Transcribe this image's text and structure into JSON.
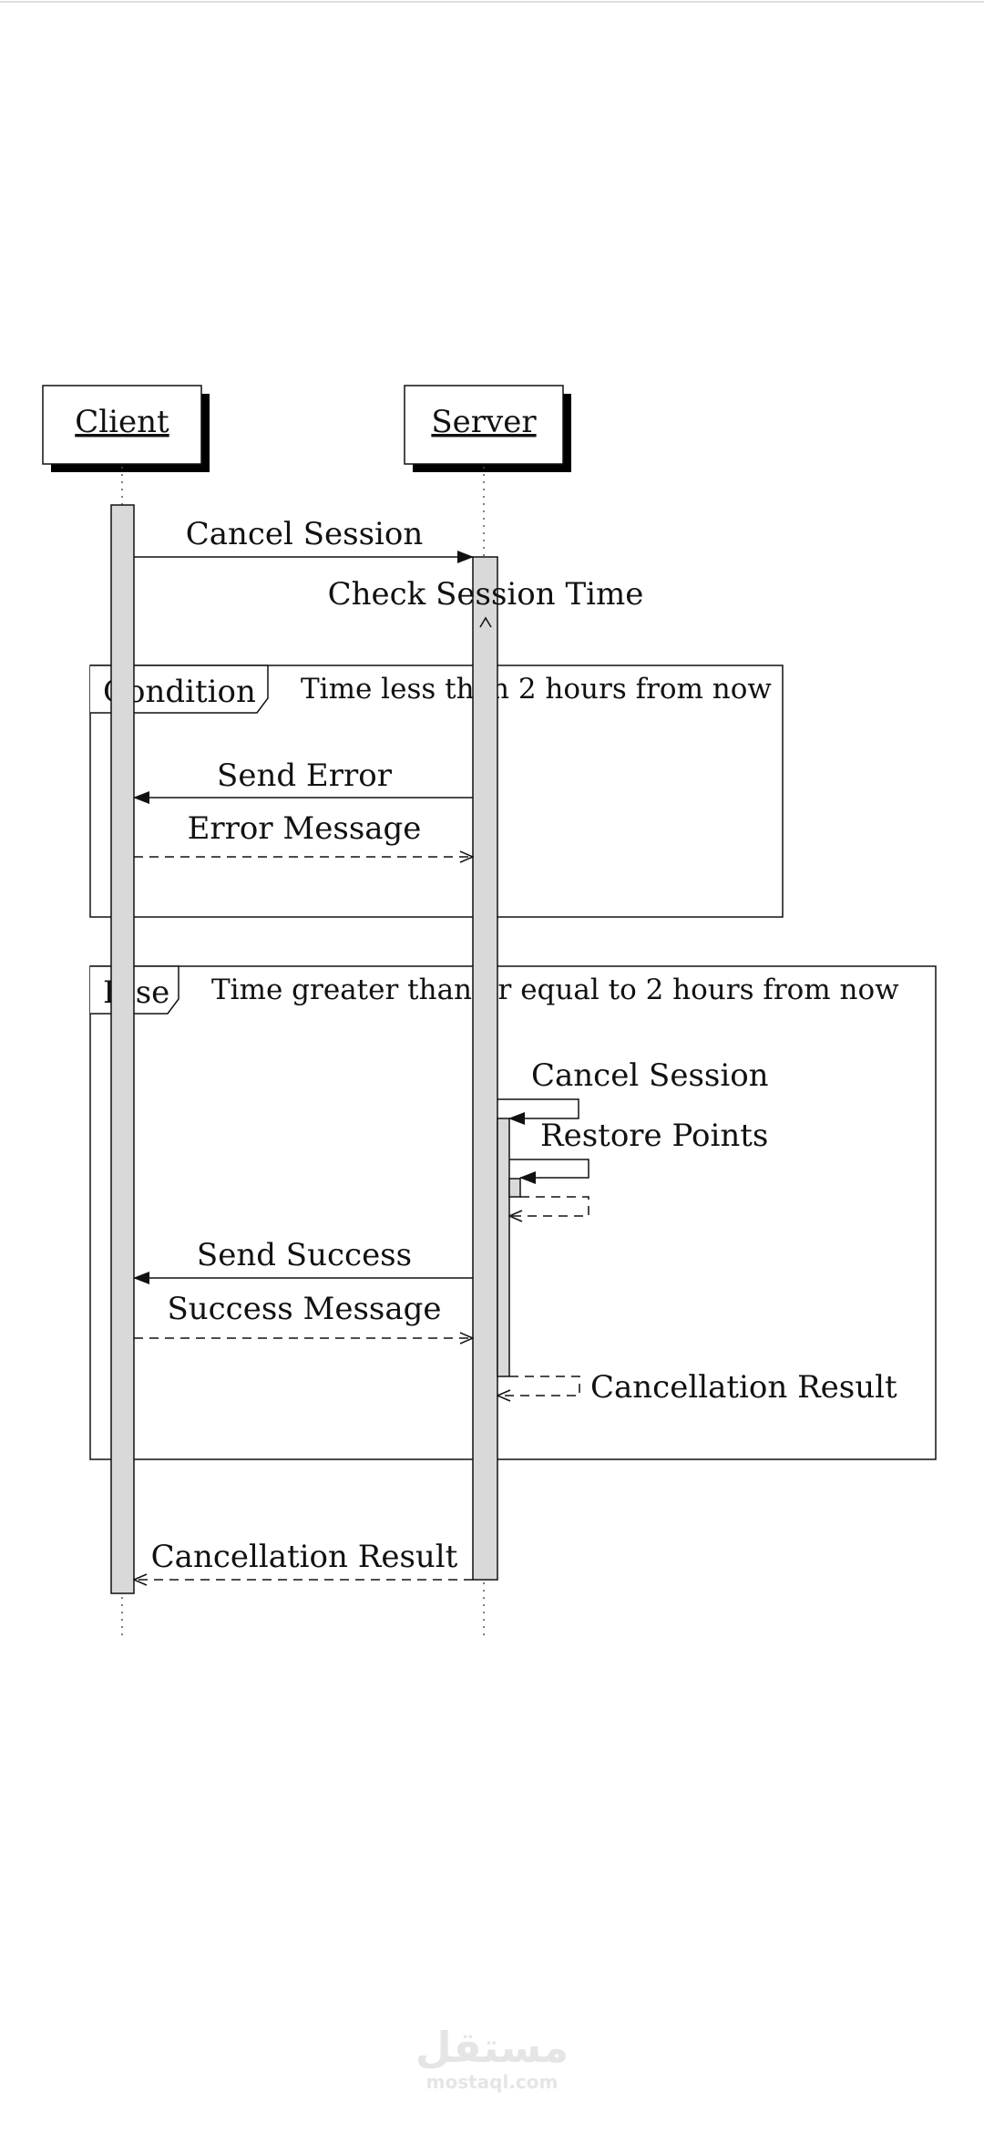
{
  "participants": {
    "client": "Client",
    "server": "Server"
  },
  "messages": {
    "cancel_session": "Cancel Session",
    "check_session_time": "Check Session Time",
    "send_error": "Send Error",
    "error_message": "Error Message",
    "self_cancel_session": "Cancel Session",
    "restore_points": "Restore Points",
    "send_success": "Send Success",
    "success_message": "Success Message",
    "cancellation_result_inner": "Cancellation Result",
    "cancellation_result_final": "Cancellation Result"
  },
  "fragments": {
    "condition": {
      "tag": "Condition",
      "guard": "Time less than 2 hours from now"
    },
    "else": {
      "tag": "Else",
      "guard": "Time greater than or equal to 2 hours from now"
    }
  },
  "watermark": {
    "logo": "مستقل",
    "site": "mostaql.com"
  },
  "colors": {
    "activation_fill": "#d9d9d9",
    "line": "#111111",
    "watermark": "#e3e3e3"
  }
}
